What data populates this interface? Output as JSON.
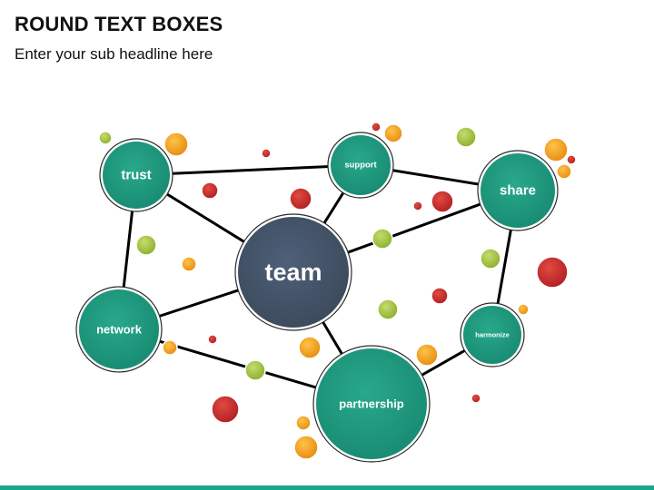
{
  "header": {
    "title": "ROUND TEXT BOXES",
    "subtitle": "Enter your sub headline here"
  },
  "colors": {
    "node_teal": "#1f9e84",
    "node_center": "#45546b",
    "connector": "#000000",
    "dot_green": "#9cbc3c",
    "dot_orange": "#f0a020",
    "dot_red": "#c8282a",
    "accent_bar": "#1fa38a"
  },
  "nodes": {
    "center": {
      "label": "team"
    },
    "trust": {
      "label": "trust"
    },
    "support": {
      "label": "support"
    },
    "share": {
      "label": "share"
    },
    "network": {
      "label": "network"
    },
    "partnership": {
      "label": "partnership"
    },
    "harmonize": {
      "label": "harmonize"
    }
  },
  "connections": [
    [
      "trust",
      "support"
    ],
    [
      "support",
      "share"
    ],
    [
      "trust",
      "center"
    ],
    [
      "support",
      "center"
    ],
    [
      "share",
      "center"
    ],
    [
      "network",
      "center"
    ],
    [
      "trust",
      "network"
    ],
    [
      "network",
      "partnership"
    ],
    [
      "center",
      "partnership"
    ],
    [
      "share",
      "harmonize"
    ],
    [
      "harmonize",
      "partnership"
    ]
  ]
}
